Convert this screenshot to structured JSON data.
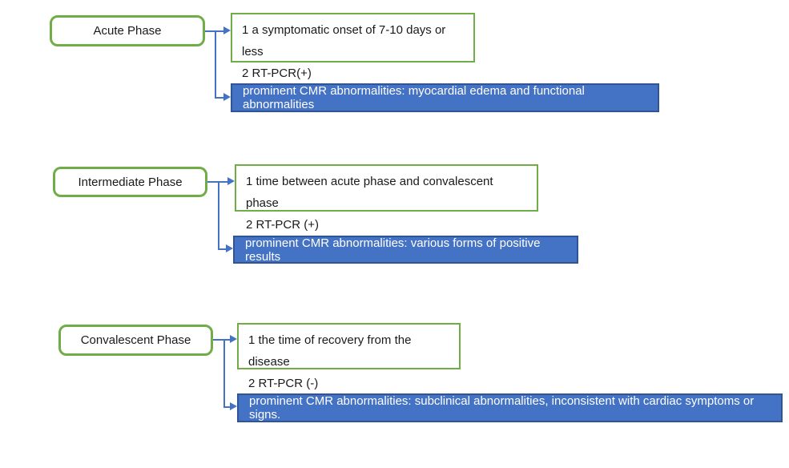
{
  "diagram": {
    "colors": {
      "green_border": "#70AD47",
      "blue_fill": "#4472C4",
      "blue_border": "#2F5597",
      "arrow_blue": "#4472C4",
      "box_bg": "#FFFFFF",
      "text_dark": "#1A1A1A",
      "text_light": "#FFFFFF"
    },
    "rows": [
      {
        "phase": "Acute Phase",
        "criteria_line1": "1 a symptomatic onset of 7-10 days or less",
        "criteria_line2": "2 RT-PCR(+)",
        "cmr": "prominent CMR abnormalities: myocardial edema and functional abnormalities"
      },
      {
        "phase": "Intermediate Phase",
        "criteria_line1": "1 time between acute phase and convalescent phase",
        "criteria_line2": "2 RT-PCR (+)",
        "cmr": "prominent CMR abnormalities: various forms of positive results"
      },
      {
        "phase": "Convalescent Phase",
        "criteria_line1": "1 the time of recovery from the disease",
        "criteria_line2": "2 RT-PCR (-)",
        "cmr": "prominent CMR abnormalities: subclinical abnormalities, inconsistent with cardiac symptoms or signs."
      }
    ]
  }
}
